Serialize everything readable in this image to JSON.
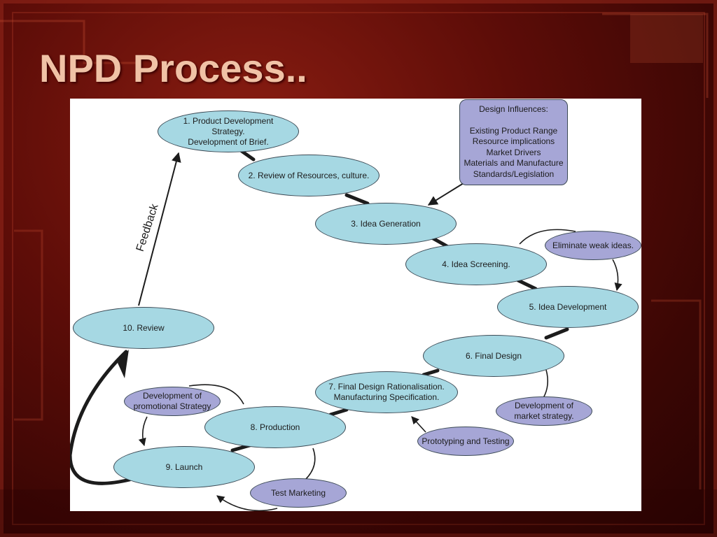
{
  "slide": {
    "title": "NPD Process.."
  },
  "colors": {
    "background": "#5e0d08",
    "title": "#f0c2a6",
    "stage_fill": "#a6d8e3",
    "aside_fill": "#a6a6d6",
    "outline": "#3c4a55"
  },
  "diagram": {
    "stages": [
      {
        "label": "1. Product Development\nStrategy.\nDevelopment of Brief."
      },
      {
        "label": "2. Review of Resources, culture."
      },
      {
        "label": "3. Idea Generation"
      },
      {
        "label": "4. Idea Screening."
      },
      {
        "label": "5. Idea Development"
      },
      {
        "label": "6. Final Design"
      },
      {
        "label": "7. Final Design Rationalisation.\nManufacturing Specification."
      },
      {
        "label": "8. Production"
      },
      {
        "label": "9. Launch"
      },
      {
        "label": "10. Review"
      }
    ],
    "asides": [
      {
        "label": "Eliminate weak ideas."
      },
      {
        "label": "Development of\nmarket strategy."
      },
      {
        "label": "Prototyping and Testing"
      },
      {
        "label": "Development of\npromotional Strategy"
      },
      {
        "label": "Test Marketing"
      }
    ],
    "influences": {
      "heading": "Design Influences:",
      "items": [
        "Existing Product Range",
        "Resource implications",
        "Market Drivers",
        "Materials and Manufacture",
        "Standards/Legislation"
      ]
    },
    "feedback_label": "Feedback"
  }
}
